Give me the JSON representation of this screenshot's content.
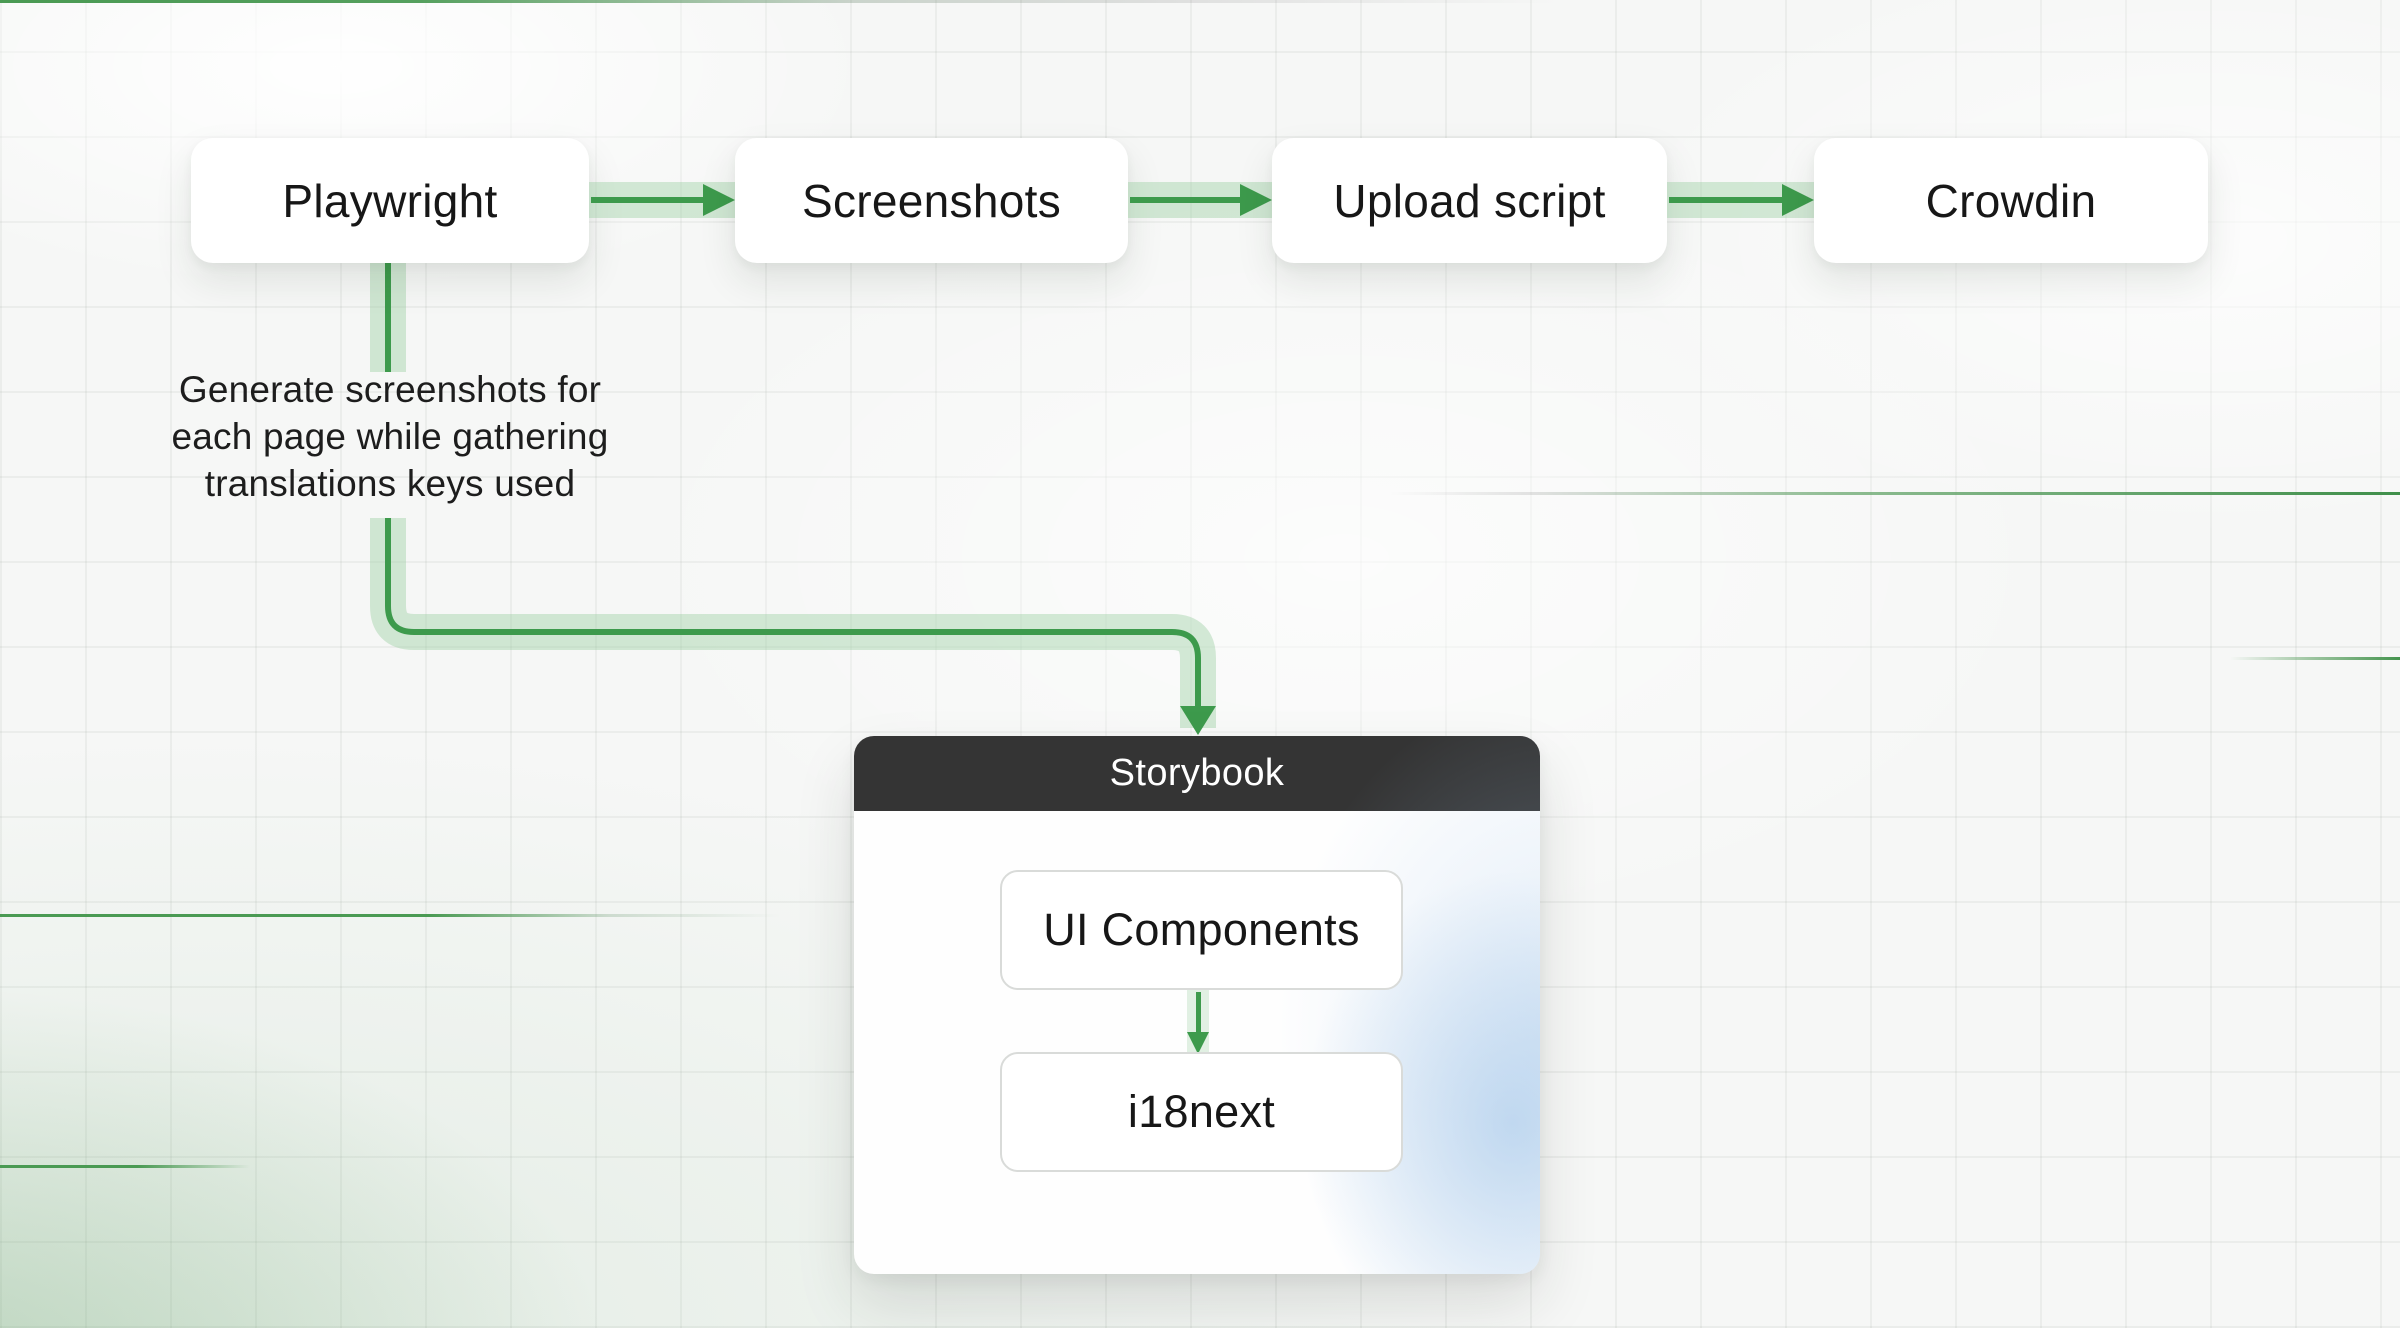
{
  "diagram": {
    "nodes": [
      {
        "label": "Playwright"
      },
      {
        "label": "Screenshots"
      },
      {
        "label": "Upload script"
      },
      {
        "label": "Crowdin"
      }
    ],
    "connectors": [
      {
        "from": "Playwright",
        "to": "Screenshots",
        "type": "arrow-right"
      },
      {
        "from": "Screenshots",
        "to": "Upload script",
        "type": "arrow-right"
      },
      {
        "from": "Upload script",
        "to": "Crowdin",
        "type": "arrow-right"
      },
      {
        "from": "Playwright",
        "to": "Storybook",
        "type": "elbow-down-arrow"
      }
    ],
    "annotation": "Generate screenshots for\neach page while gathering\ntranslations keys used",
    "storybook": {
      "title": "Storybook",
      "children": [
        {
          "label": "UI Components"
        },
        {
          "label": "i18next"
        }
      ]
    },
    "colors": {
      "arrow_green": "#3d9a4c",
      "arrow_glow": "#a9d4ae",
      "deco_line_green": "#4a9a53",
      "header_dark": "#343434",
      "text_dark": "#171717",
      "card_blue_glow": "#9ec3e8"
    }
  }
}
